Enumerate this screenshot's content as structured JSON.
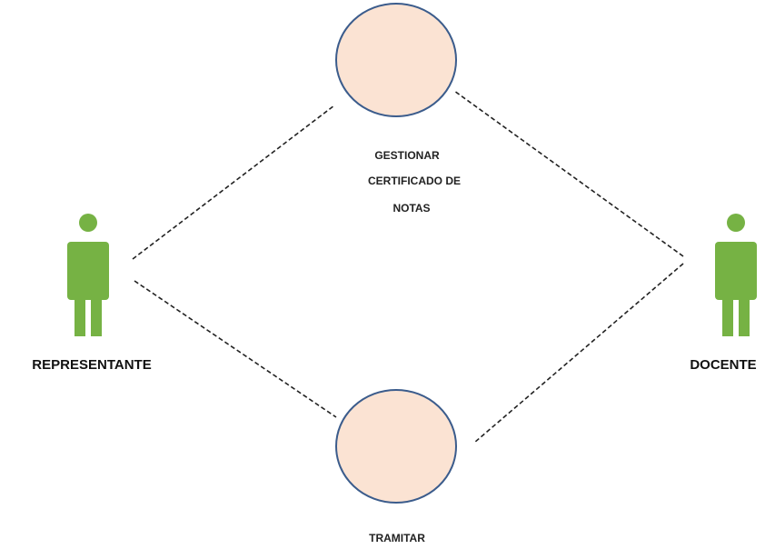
{
  "actors": {
    "left": {
      "label": "REPRESENTANTE",
      "icon": "person-icon"
    },
    "right": {
      "label": "DOCENTE",
      "icon": "person-icon"
    }
  },
  "use_cases": {
    "top": {
      "label_lines": [
        "GESTIONAR",
        "CERTIFICADO DE",
        "NOTAS"
      ]
    },
    "bottom": {
      "label_lines": [
        "TRAMITAR"
      ]
    }
  },
  "colors": {
    "actor_fill": "#76b244",
    "usecase_fill": "#fbe3d3",
    "usecase_stroke": "#3b5c8c",
    "line": "#222222"
  }
}
